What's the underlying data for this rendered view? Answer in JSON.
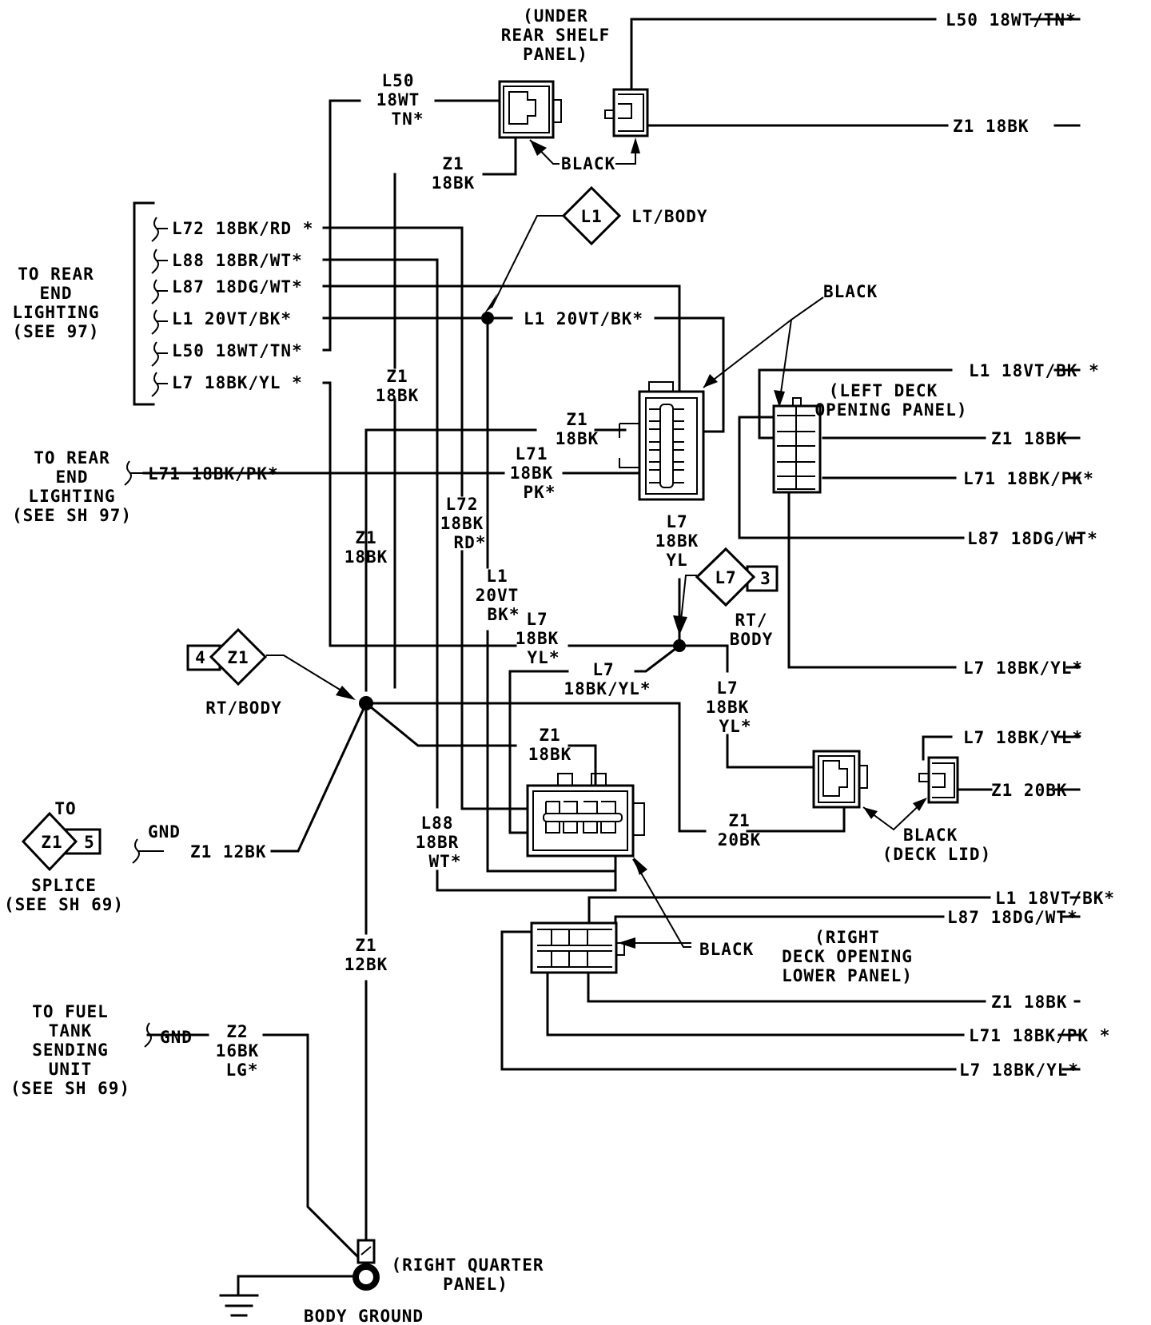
{
  "diagram": {
    "title": "Rear lighting / deck lid wiring",
    "locations": {
      "under_rear_shelf": [
        "(UNDER",
        "REAR SHELF",
        "PANEL)"
      ],
      "left_deck": [
        "(LEFT DECK",
        "OPENING PANEL)"
      ],
      "right_deck": [
        "(RIGHT",
        "DECK OPENING",
        "LOWER PANEL)"
      ],
      "right_quarter": [
        "(RIGHT QUARTER",
        "PANEL)"
      ],
      "body_ground": "BODY GROUND",
      "deck_lid": "(DECK LID)"
    },
    "connector_color": "BLACK",
    "splices": [
      {
        "id": "L1",
        "location": "LT/BODY"
      },
      {
        "id": "L7",
        "number": "3",
        "location": [
          "RT/",
          "BODY"
        ]
      },
      {
        "id": "Z1",
        "number": "4",
        "location": "RT/BODY"
      },
      {
        "id": "Z1",
        "number": "5",
        "to": "TO",
        "location": [
          "SPLICE",
          "(SEE SH 69)"
        ]
      }
    ],
    "destinations": {
      "rear_end_lighting_1": [
        "TO REAR",
        "END",
        "LIGHTING",
        "(SEE 97)"
      ],
      "rear_end_lighting_2": [
        "TO REAR",
        "END",
        "LIGHTING",
        "(SEE SH 97)"
      ],
      "fuel_tank": [
        "TO FUEL",
        "TANK",
        "SENDING",
        "UNIT",
        "(SEE SH 69)"
      ],
      "gnd": "GND"
    },
    "bundle_wires": [
      "L72 18BK/RD *",
      "L88 18BR/WT*",
      "L87 18DG/WT*",
      "L1 20VT/BK*",
      "L50 18WT/TN*",
      "L7 18BK/YL *"
    ],
    "wire_labels": {
      "l50_top_right": "L50 18WT/TN*",
      "z1_top_right": "Z1 18BK",
      "l50_shelf": [
        "L50",
        "18WT",
        "TN*"
      ],
      "z1_shelf": [
        "Z1",
        "18BK"
      ],
      "l1_mid": "L1 20VT/BK*",
      "z1_vert_a": [
        "Z1",
        "18BK"
      ],
      "z1_conn": [
        "Z1",
        "18BK"
      ],
      "l71_conn": [
        "L71",
        "18BK",
        "PK*"
      ],
      "l71_left": "L71 18BK/PK*",
      "z1_vert_b": [
        "Z1",
        "18BK"
      ],
      "l72_vert": [
        "L72",
        "18BK",
        "RD*"
      ],
      "l1_vert": [
        "L1",
        "20VT",
        "BK*"
      ],
      "l7_vert_top": [
        "L7",
        "18BK",
        "YL"
      ],
      "l7_horiz": [
        "L7",
        "18BK",
        "YL*"
      ],
      "l7_diag": [
        "L7",
        "18BK/YL*"
      ],
      "l7_right_vert": [
        "L7",
        "18BK",
        "YL*"
      ],
      "z1_lower": [
        "Z1",
        "18BK"
      ],
      "l88_lower": [
        "L88",
        "18BR",
        "WT*"
      ],
      "z1_20bk_a": [
        "Z1",
        "20BK"
      ],
      "z1_12bk_horiz": "Z1 12BK",
      "z1_12bk_vert": [
        "Z1",
        "12BK"
      ],
      "z2": [
        "Z2",
        "16BK",
        "LG*"
      ],
      "right_l1_18vt": "L1 18VT/BK *",
      "right_z1_18bk_a": "Z1 18BK",
      "right_l71_a": "L71 18BK/PK*",
      "right_l87_a": "L87 18DG/WT*",
      "right_l7_a": "L7 18BK/YL*",
      "right_l7_b": "L7 18BK/YL*",
      "right_z1_20bk": "Z1 20BK",
      "right_l1_b": "L1 18VT/BK*",
      "right_l87_b": "L87 18DG/WT*",
      "right_z1_18bk_b": "Z1 18BK",
      "right_l71_b": "L71 18BK/PK *",
      "right_l7_c": "L7 18BK/YL*"
    }
  }
}
